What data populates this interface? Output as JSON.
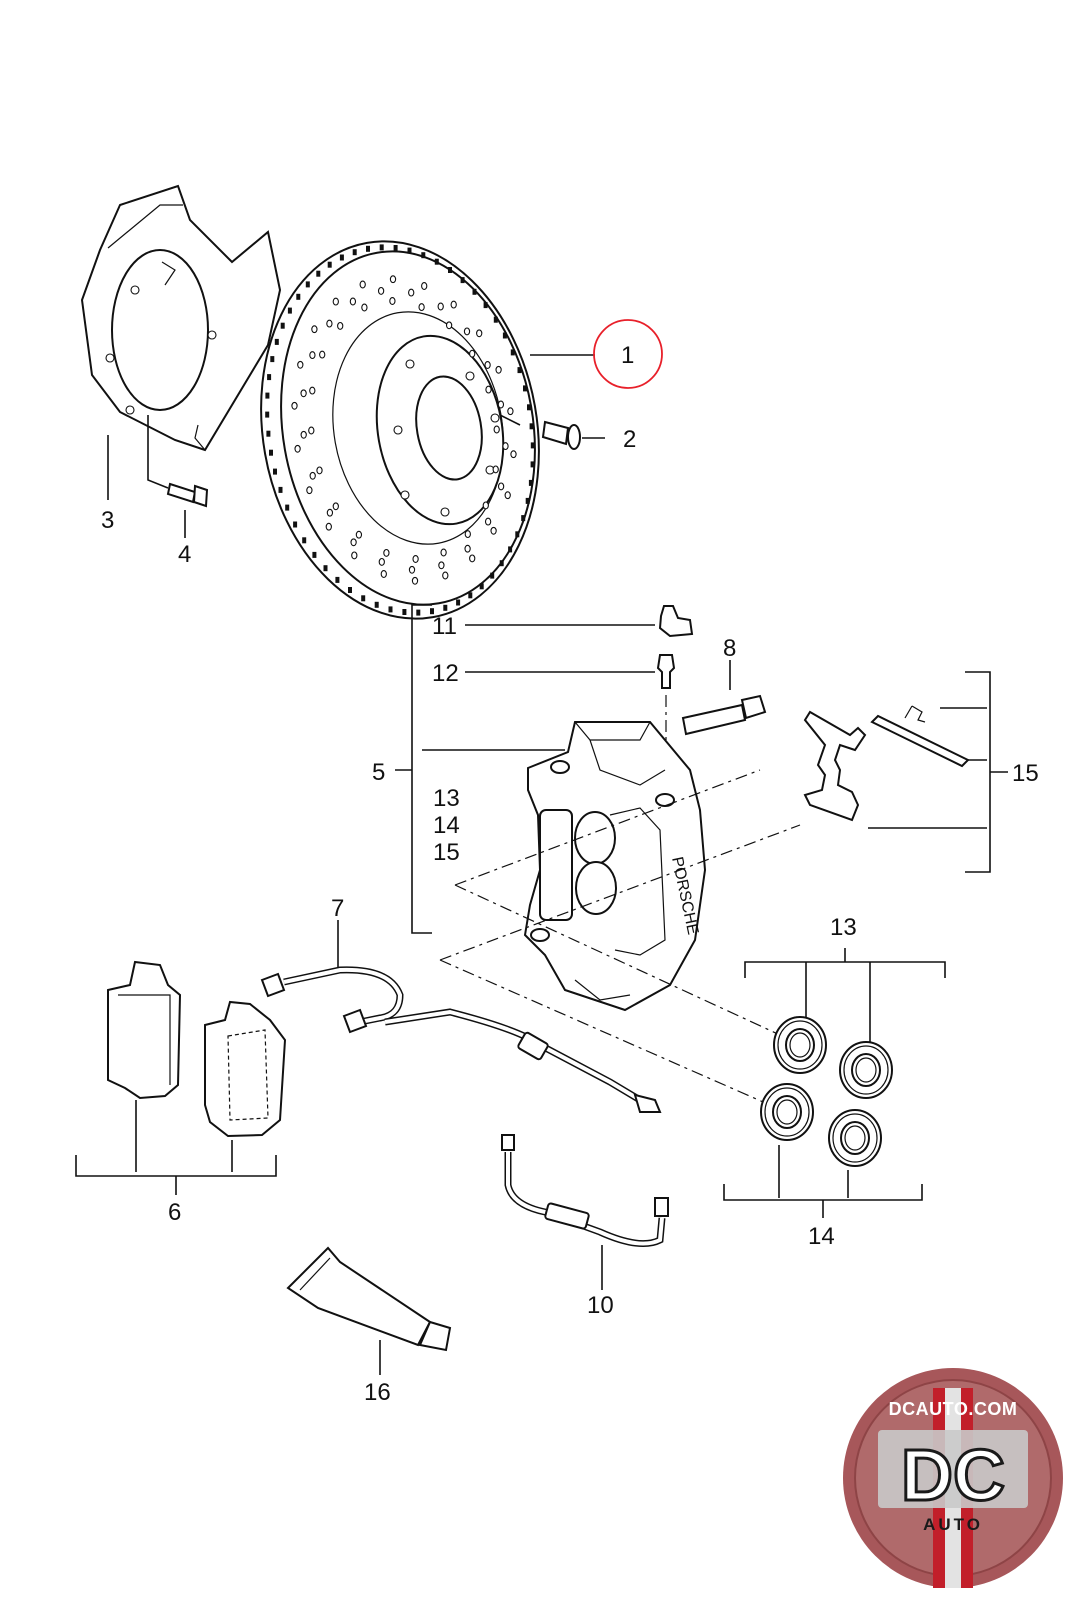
{
  "diagram": {
    "callouts": {
      "c1": "1",
      "c2": "2",
      "c3": "3",
      "c4": "4",
      "c5": "5",
      "c6": "6",
      "c7": "7",
      "c8": "8",
      "c9": "10",
      "c11": "11",
      "c12": "12",
      "c13a": "13",
      "c14a": "14",
      "c15a": "15",
      "c13b": "13",
      "c14b": "14",
      "c15b": "15",
      "c16": "16"
    },
    "caliper_brand": "PORSCHE",
    "highlight_color": "#e8202a"
  },
  "logo": {
    "site": "DCAUTO.COM",
    "mark": "DC",
    "sub": "AUTO",
    "colors": {
      "outer": "#a7575a",
      "inner": "#c9c9c9",
      "stripe": "#c21f2a"
    }
  }
}
